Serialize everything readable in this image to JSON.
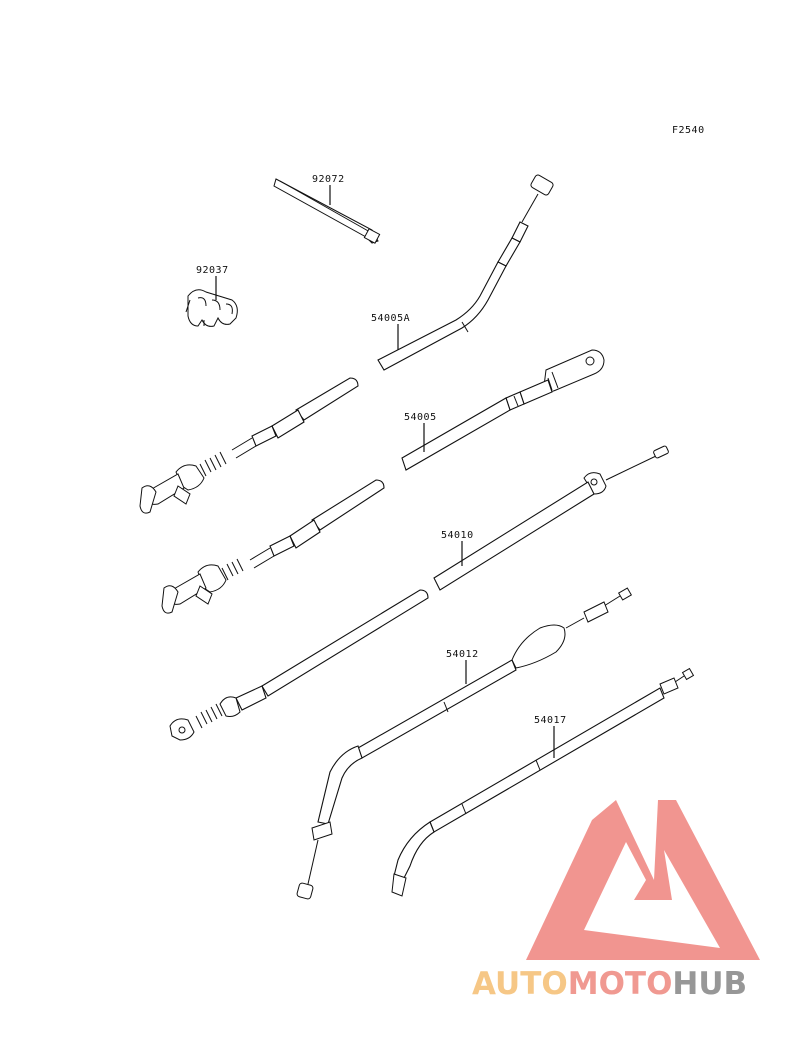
{
  "figure_code": "F2540",
  "parts": [
    {
      "id": "p-92072",
      "number": "92072",
      "name": "band-tie"
    },
    {
      "id": "p-92037",
      "number": "92037",
      "name": "clamp"
    },
    {
      "id": "p-54005A",
      "number": "54005A",
      "name": "cable"
    },
    {
      "id": "p-54005",
      "number": "54005",
      "name": "cable"
    },
    {
      "id": "p-54010",
      "number": "54010",
      "name": "cable"
    },
    {
      "id": "p-54012",
      "number": "54012",
      "name": "cable"
    },
    {
      "id": "p-54017",
      "number": "54017",
      "name": "cable"
    }
  ],
  "watermark": {
    "part1": "AUTO",
    "part2": "MOTO",
    "part3": "HUB",
    "colors": {
      "auto": "#f6c27a",
      "moto": "#ef8f86",
      "hub": "#8c8c8c",
      "triangle": "#f08a84"
    }
  }
}
